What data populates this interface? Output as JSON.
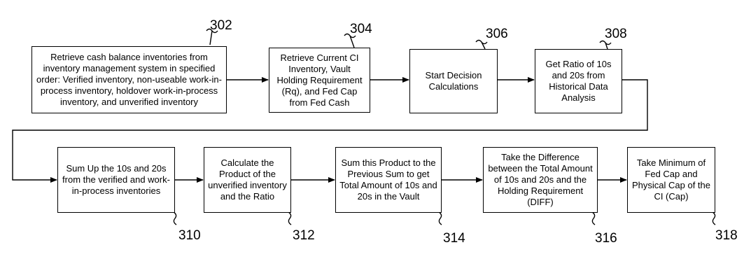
{
  "steps": [
    {
      "ref": "302",
      "text": "Retrieve cash balance inventories from inventory management system in specified order: Verified inventory, non-useable work-in-process inventory, holdover work-in-process inventory, and unverified inventory"
    },
    {
      "ref": "304",
      "text": "Retrieve Current CI Inventory, Vault Holding Requirement (Rq), and Fed Cap from Fed Cash"
    },
    {
      "ref": "306",
      "text": "Start Decision Calculations"
    },
    {
      "ref": "308",
      "text": "Get Ratio of 10s and 20s from Historical Data Analysis"
    },
    {
      "ref": "310",
      "text": "Sum Up the 10s and 20s from the verified and work-in-process inventories"
    },
    {
      "ref": "312",
      "text": "Calculate  the Product of the unverified inventory and the Ratio"
    },
    {
      "ref": "314",
      "text": "Sum this Product to the Previous Sum to get Total Amount of 10s and 20s in the Vault"
    },
    {
      "ref": "316",
      "text": "Take the Difference between the Total Amount of 10s and 20s and the Holding Requirement (DIFF)"
    },
    {
      "ref": "318",
      "text": "Take Minimum of Fed Cap and Physical Cap of the CI (Cap)"
    }
  ]
}
